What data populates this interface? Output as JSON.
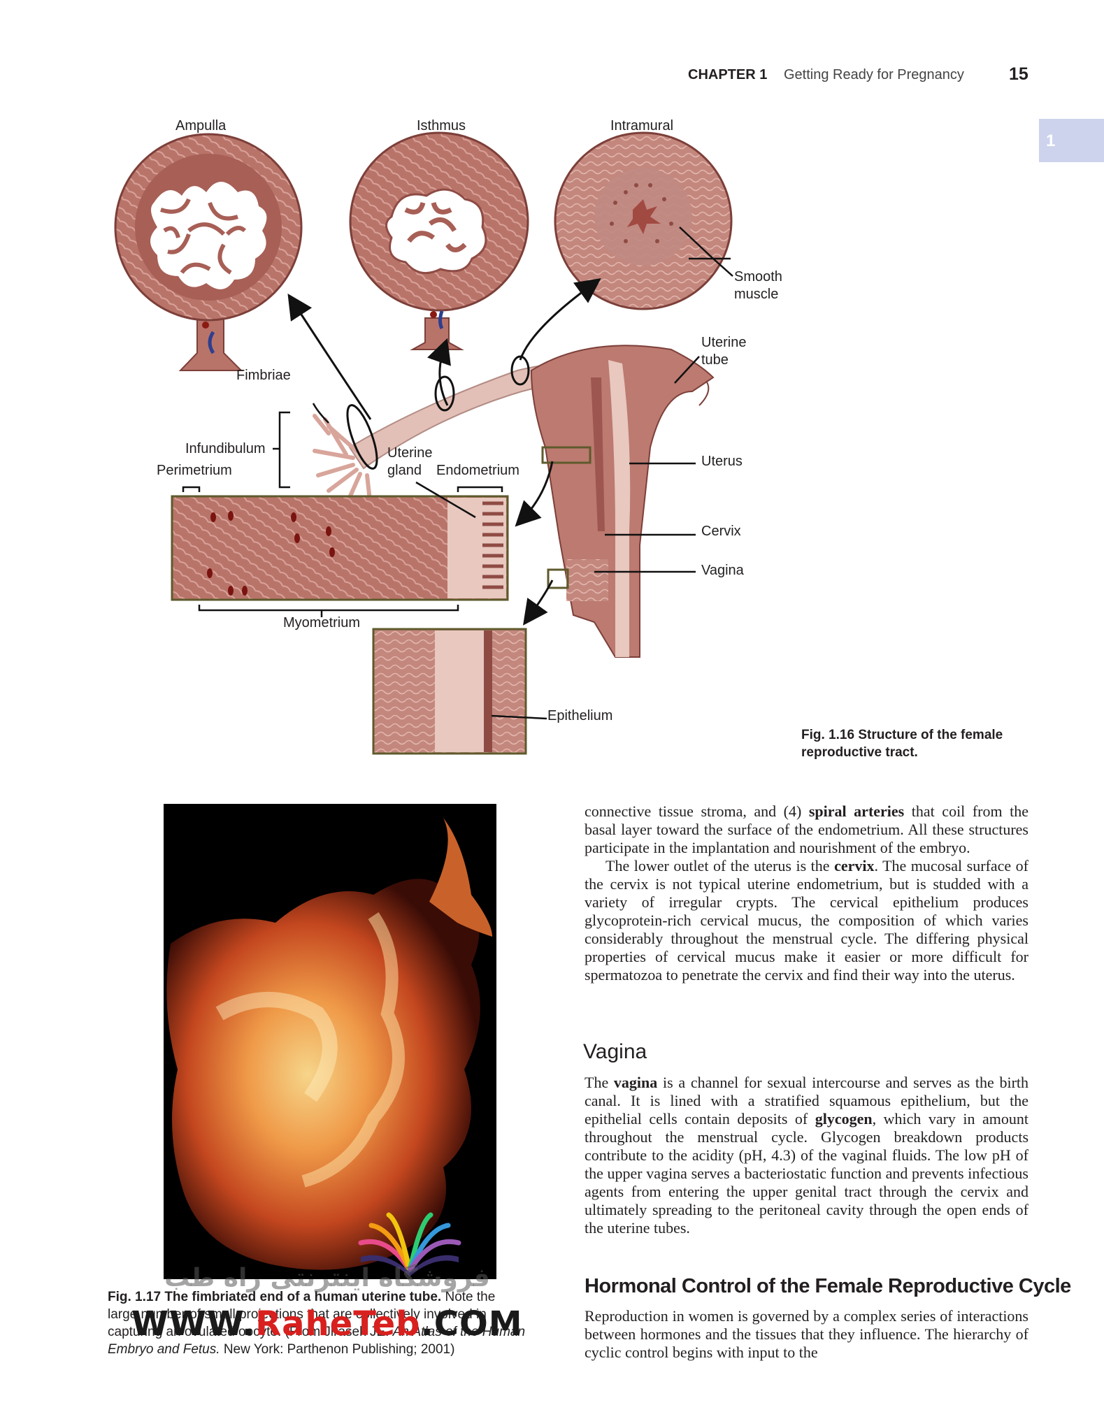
{
  "header": {
    "chapter_label": "CHAPTER 1",
    "chapter_title": "Getting Ready for Pregnancy",
    "page_number": "15",
    "thumb_tab": "1"
  },
  "figure_1_16": {
    "labels": {
      "ampulla": "Ampulla",
      "isthmus": "Isthmus",
      "intramural": "Intramural",
      "smooth_muscle_1": "Smooth",
      "smooth_muscle_2": "muscle",
      "uterine_tube_1": "Uterine",
      "uterine_tube_2": "tube",
      "fimbriae": "Fimbriae",
      "infundibulum": "Infundibulum",
      "perimetrium": "Perimetrium",
      "uterine_gland_1": "Uterine",
      "uterine_gland_2": "gland",
      "endometrium": "Endometrium",
      "uterus": "Uterus",
      "cervix": "Cervix",
      "vagina": "Vagina",
      "myometrium": "Myometrium",
      "epithelium": "Epithelium"
    },
    "caption_num": "Fig. 1.16",
    "caption_text_1": "Structure of the female",
    "caption_text_2": "reproductive tract."
  },
  "figure_1_17": {
    "caption_num": "Fig. 1.17",
    "caption_bold": "The fimbriated end of a human uterine tube.",
    "caption_rest_1": "Note the",
    "caption_line_2": "large number of small projections that are collectively involved in",
    "caption_line_3a": "capturing an ovulated oocyte. (From Jirasek JE.",
    "caption_line_3b": "An Atlas of the Human",
    "caption_line_4a": "Embryo and Fetus.",
    "caption_line_4b": "New York: Parthenon Publishing; 2001)"
  },
  "body": {
    "para1_a": "connective tissue stroma, and (4) ",
    "para1_b": "spiral arteries",
    "para1_c": " that coil from the basal layer toward the surface of the endometrium. All these structures participate in the implantation and nourishment of the embryo.",
    "para2_a": "The lower outlet of the uterus is the ",
    "para2_b": "cervix",
    "para2_c": ". The mucosal surface of the cervix is not typical uterine endometrium, but is studded with a variety of irregular crypts. The cervical epithelium produces glycoprotein-rich cervical mucus, the composition of which varies considerably throughout the menstrual cycle. The differing physical properties of cervical mucus make it easier or more difficult for spermatozoa to penetrate the cervix and find their way into the uterus.",
    "heading_vagina": "Vagina",
    "para3_a": "The ",
    "para3_b": "vagina",
    "para3_c": " is a channel for sexual intercourse and serves as the birth canal. It is lined with a stratified squamous epithelium, but the epithelial cells contain deposits of ",
    "para3_d": "glycogen",
    "para3_e": ", which vary in amount throughout the menstrual cycle. Glycogen breakdown products contribute to the acidity (pH, 4.3) of the vaginal fluids. The low pH of the upper vagina serves a bacteriostatic function and prevents infectious agents from entering the upper genital tract through the cervix and ultimately spreading to the peritoneal cavity through the open ends of the uterine tubes.",
    "heading_hormonal": "Hormonal Control of the Female Reproductive Cycle",
    "para4": "Reproduction in women is governed by a complex series of interactions between hormones and the tissues that they influence. The hierarchy of cyclic control begins with input to the"
  },
  "watermark": {
    "persian_text": "فروشگاه اینترنتی راه طب",
    "url_prefix": "WWW.",
    "url_brand": "RaheTeb",
    "url_suffix": ".COM"
  },
  "colors": {
    "tissue": "#b9746a",
    "tissue_dark": "#8e4b44",
    "box_border": "#5e5a2c",
    "tab": "#cdd3ec"
  }
}
